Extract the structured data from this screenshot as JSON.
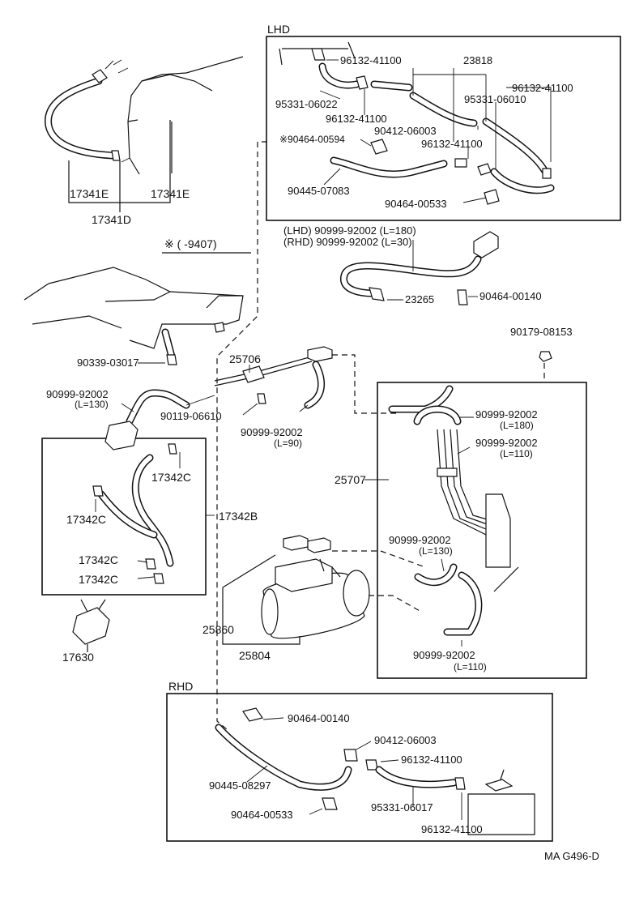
{
  "sections": {
    "lhd": "LHD",
    "rhd": "RHD",
    "note": "※ (      -9407)"
  },
  "labels": {
    "p96132_a": "96132-41100",
    "p23818": "23818",
    "p96132_b": "96132-41100",
    "p95331_06022": "95331-06022",
    "p95331_06010": "95331-06010",
    "p96132_c": "96132-41100",
    "p90412_a": "90412-06003",
    "p90464_00594": "※90464-00594",
    "p96132_d": "96132-41100",
    "p90445_07083": "90445-07083",
    "p90464_00533_a": "90464-00533",
    "p17341E_a": "17341E",
    "p17341E_b": "17341E",
    "p17341D": "17341D",
    "hose_lhd": "(LHD) 90999-92002 (L=180)",
    "hose_rhd": "(RHD) 90999-92002 (L=30)",
    "p23265": "23265",
    "p90464_00140_a": "90464-00140",
    "p90339": "90339-03017",
    "p90179": "90179-08153",
    "p25706": "25706",
    "h130a": "90999-92002",
    "h130a_len": "(L=130)",
    "p90119": "90119-06610",
    "h90": "90999-92002",
    "h90_len": "(L=90)",
    "h180": "90999-92002",
    "h180_len": "(L=180)",
    "h110a": "90999-92002",
    "h110a_len": "(L=110)",
    "p17342C_a": "17342C",
    "p17342C_b": "17342C",
    "p17342B": "17342B",
    "p17342C_c": "17342C",
    "p17342C_d": "17342C",
    "p25707": "25707",
    "h130b": "90999-92002",
    "h130b_len": "(L=130)",
    "p17630": "17630",
    "p25860": "25860",
    "p25804": "25804",
    "h110b": "90999-92002",
    "h110b_len": "(L=110)",
    "p90464_00140_b": "90464-00140",
    "p90412_b": "90412-06003",
    "p96132_e": "96132-41100",
    "p90445_08297": "90445-08297",
    "p95331_06017": "95331-06017",
    "p90464_00533_b": "90464-00533",
    "p96132_f": "96132-41100",
    "footer": "MA  G496-D"
  }
}
